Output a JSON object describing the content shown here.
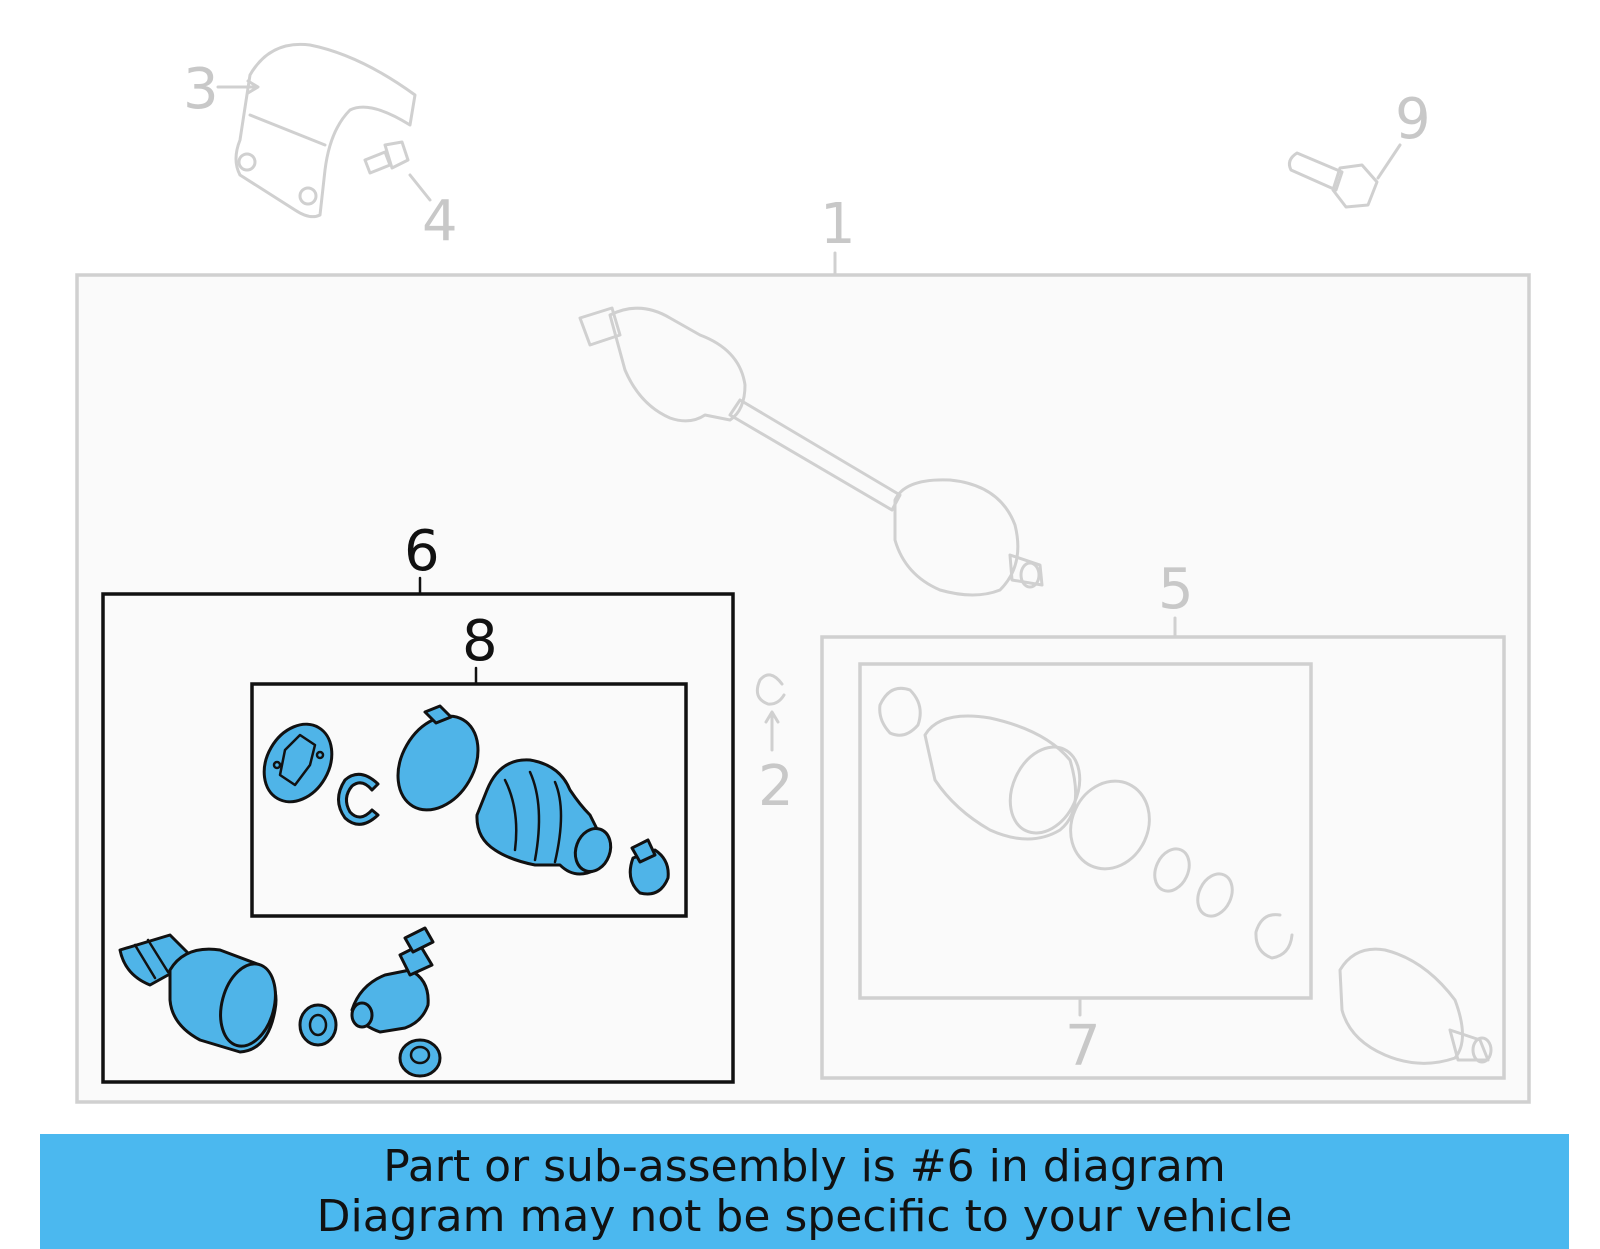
{
  "callouts": {
    "n1": "1",
    "n2": "2",
    "n3": "3",
    "n4": "4",
    "n5": "5",
    "n6": "6",
    "n7": "7",
    "n8": "8",
    "n9": "9"
  },
  "highlight": {
    "part_number": "6",
    "color": "#4fb4e8"
  },
  "banner": {
    "line1": "Part or sub-assembly is #6 in diagram",
    "line2": "Diagram may not be specific to your vehicle",
    "background": "#4bb8ef"
  }
}
